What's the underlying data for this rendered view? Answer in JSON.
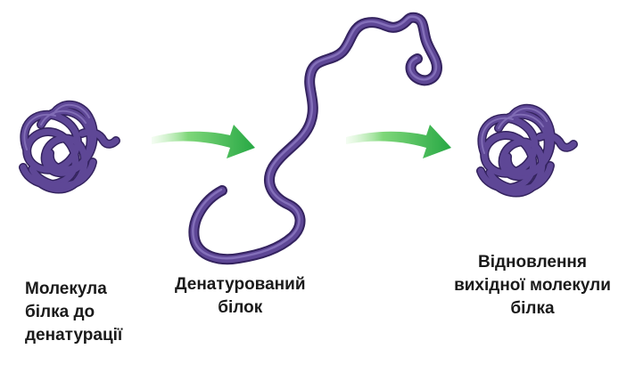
{
  "labels": {
    "native": [
      "Молекула",
      "білка до",
      "денатурації"
    ],
    "denatured": [
      "Денатурований",
      "білок"
    ],
    "renatured": [
      "Відновлення",
      "вихідної молекули",
      "білка"
    ]
  },
  "colors": {
    "protein_strand": "#5e4796",
    "protein_outline": "#34235f",
    "protein_highlight": "#9d8bd0",
    "arrow": "#2fb34a",
    "arrow_light": "#8fe08a"
  }
}
